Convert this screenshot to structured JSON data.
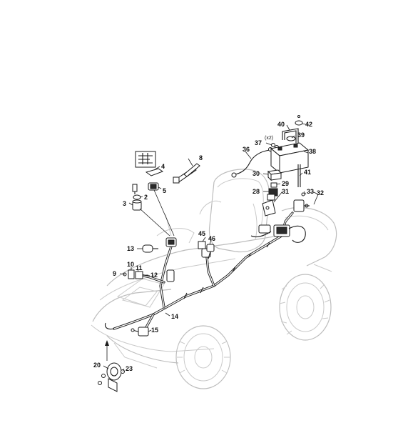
{
  "labels": {
    "p2": "2",
    "p3": "3",
    "p4": "4",
    "p5": "5",
    "p8": "8",
    "p9": "9",
    "p10": "10",
    "p11": "11",
    "p12": "12",
    "p13": "13",
    "p14": "14",
    "p15": "15",
    "p20": "20",
    "p23": "23",
    "p28": "28",
    "p29": "29",
    "p30": "30",
    "p31": "31",
    "p32": "32",
    "p33": "33",
    "p36": "36",
    "p37": "37",
    "p38": "38",
    "p39": "39",
    "p40": "40",
    "p41": "41",
    "p42": "42",
    "p45": "45",
    "p46": "46"
  },
  "qty_note": "(x2)",
  "colors": {
    "ink": "#1a1a1a",
    "ghost": "#c9c9c9"
  }
}
